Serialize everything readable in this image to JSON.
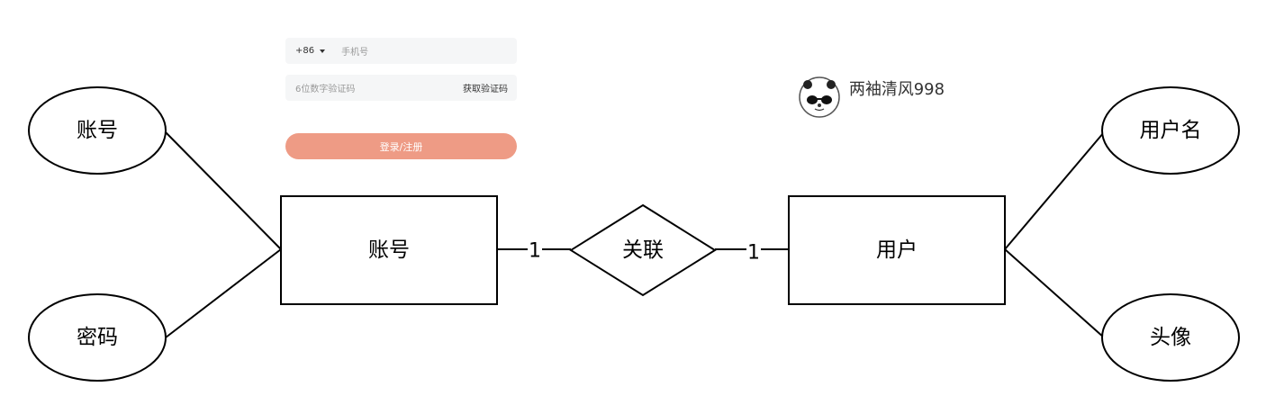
{
  "diagram": {
    "entities": {
      "account": "账号",
      "user": "用户"
    },
    "relationship": "关联",
    "cardinality": {
      "left": "1",
      "right": "1"
    },
    "attributes": {
      "account_number": "账号",
      "password": "密码",
      "username": "用户名",
      "avatar": "头像"
    }
  },
  "login": {
    "country_code": "+86",
    "phone_placeholder": "手机号",
    "code_placeholder": "6位数字验证码",
    "get_code_label": "获取验证码",
    "submit_label": "登录/注册"
  },
  "user_card": {
    "name": "两袖清风998"
  },
  "colors": {
    "stroke": "#000000",
    "field_bg": "#f5f6f7",
    "submit_bg": "#ee9b85"
  }
}
